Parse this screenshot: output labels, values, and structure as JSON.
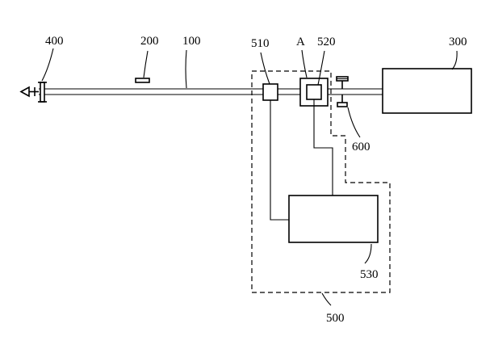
{
  "labels": {
    "pipe": "100",
    "sensor": "200",
    "tank": "300",
    "nozzle": "400",
    "system": "500",
    "unit_510": "510",
    "unit_520": "520",
    "controller": "530",
    "valve": "600",
    "detail": "A"
  }
}
